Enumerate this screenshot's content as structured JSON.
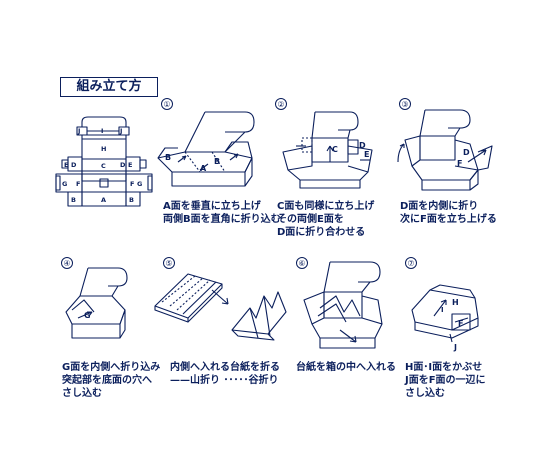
{
  "title": "組み立て方",
  "diagram": {
    "ink_color": "#0b1f5c",
    "face_labels": [
      "J",
      "I",
      "H",
      "C",
      "D",
      "E",
      "A",
      "B",
      "G",
      "F"
    ],
    "steps": [
      {
        "number": "①",
        "caption": [
          "A面を垂直に立ち上げ",
          "両側B面を直角に折り込む"
        ],
        "labels": [
          "A",
          "B"
        ]
      },
      {
        "number": "②",
        "caption": [
          "C面も同様に立ち上げ",
          "その両側E面を",
          "D面に折り合わせる"
        ],
        "labels": [
          "C",
          "D",
          "E"
        ]
      },
      {
        "number": "③",
        "caption": [
          "D面を内側に折り",
          "次にF面を立ち上げる"
        ],
        "labels": [
          "D",
          "F"
        ]
      },
      {
        "number": "④",
        "caption": [
          "G面を内側へ折り込み",
          "突起部を底面の穴へ",
          "さし込む"
        ],
        "labels": [
          "G"
        ]
      },
      {
        "number": "⑤",
        "caption": [
          "内側へ入れる台紙を折る",
          "——山折り ･････谷折り"
        ],
        "labels": []
      },
      {
        "number": "⑥",
        "caption": [
          "台紙を箱の中へ入れる"
        ],
        "labels": []
      },
      {
        "number": "⑦",
        "caption": [
          "H面･I面をかぶせ",
          "J面をF面の一辺に",
          "さし込む"
        ],
        "labels": [
          "H",
          "I",
          "F",
          "J"
        ]
      }
    ]
  }
}
